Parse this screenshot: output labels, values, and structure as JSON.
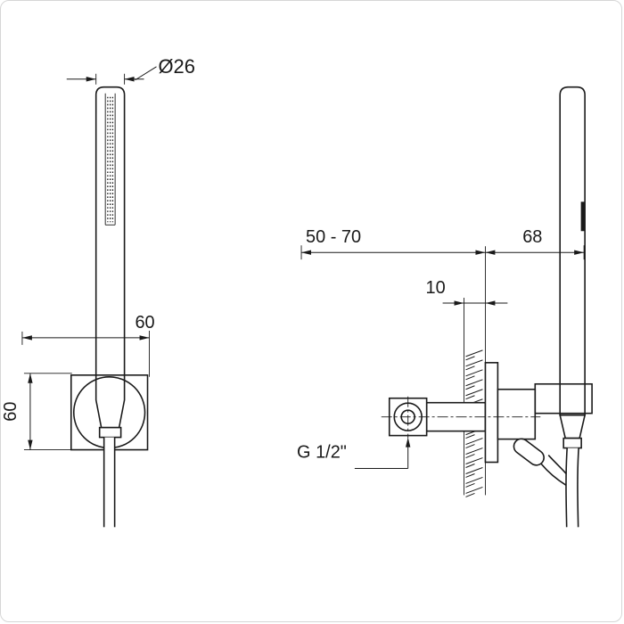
{
  "colors": {
    "line": "#1a1a1a",
    "background": "#ffffff",
    "border": "#d6d6d6"
  },
  "front_view": {
    "dim_diameter": "Ø26",
    "dim_offset": "60",
    "dim_height": "60"
  },
  "side_view": {
    "dim_depth_range": "50 - 70",
    "dim_projection": "68",
    "dim_plate": "10",
    "thread_label": "G 1/2\""
  }
}
